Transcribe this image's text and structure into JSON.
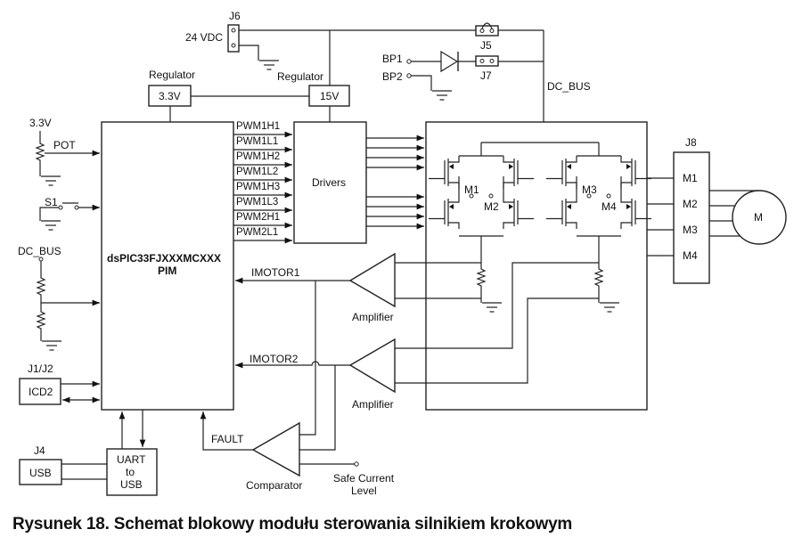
{
  "diagram": {
    "connectors": {
      "j6": "J6",
      "j6_supply": "24 VDC",
      "j5": "J5",
      "j7": "J7",
      "bp1": "BP1",
      "bp2": "BP2",
      "j8": "J8",
      "j1j2": "J1/J2",
      "j4": "J4"
    },
    "regulators": {
      "left_title": "Regulator",
      "left_value": "3.3V",
      "right_title": "Regulator",
      "right_value": "15V"
    },
    "inputs": {
      "supply_label": "3.3V",
      "pot_label": "POT",
      "switch_label": "S1",
      "dcbus_label": "DC_BUS"
    },
    "mcu": {
      "line1": "dsPIC33FJXXXMCXXX",
      "line2": "PIM"
    },
    "pwm_signals": [
      "PWM1H1",
      "PWM1L1",
      "PWM1H2",
      "PWM1L2",
      "PWM1H3",
      "PWM1L3",
      "PWM2H1",
      "PWM2L1"
    ],
    "drivers_label": "Drivers",
    "dc_bus_label": "DC_BUS",
    "bridge_nodes": [
      "M1",
      "M2",
      "M3",
      "M4"
    ],
    "j8_pins": [
      "M1",
      "M2",
      "M3",
      "M4"
    ],
    "motor_label": "M",
    "current_sense": {
      "imotor1": "IMOTOR1",
      "imotor2": "IMOTOR2",
      "amplifier1": "Amplifier",
      "amplifier2": "Amplifier"
    },
    "protection": {
      "fault_label": "FAULT",
      "comparator_label": "Comparator",
      "safe_current_line1": "Safe Current",
      "safe_current_line2": "Level"
    },
    "debug": {
      "icd2_label": "ICD2"
    },
    "usb": {
      "usb_label": "USB",
      "uart_line1": "UART",
      "uart_line2": "to",
      "uart_line3": "USB"
    }
  },
  "caption": "Rysunek 18. Schemat blokowy modułu sterowania silnikiem krokowym"
}
